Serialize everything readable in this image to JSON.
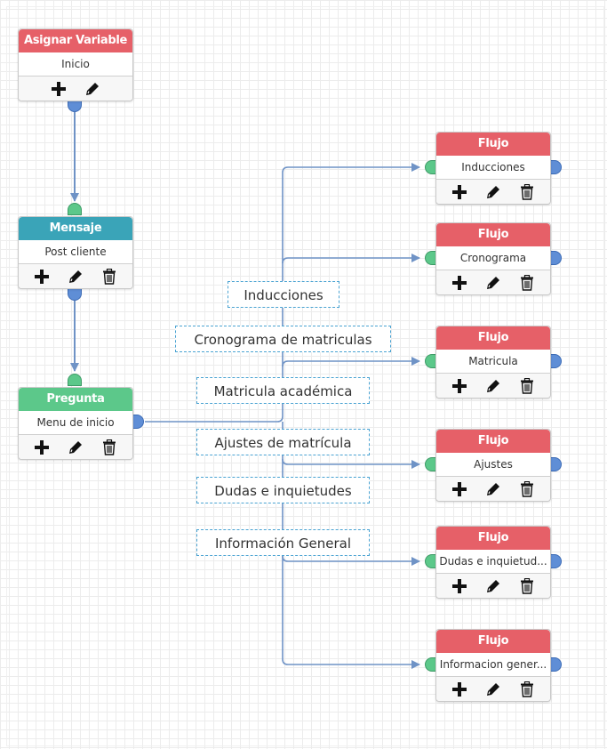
{
  "colors": {
    "red": "#e66068",
    "teal": "#3aa4b8",
    "green": "#5cc88a",
    "port_blue": "#5f8ed6",
    "edge": "#6f93c6"
  },
  "nodes": {
    "asignar": {
      "title": "Asignar Variable",
      "subtitle": "Inicio",
      "icons": [
        "plus-icon",
        "pencil-icon"
      ]
    },
    "mensaje": {
      "title": "Mensaje",
      "subtitle": "Post cliente",
      "icons": [
        "plus-icon",
        "pencil-icon",
        "trash-icon"
      ]
    },
    "pregunta": {
      "title": "Pregunta",
      "subtitle": "Menu de inicio",
      "icons": [
        "plus-icon",
        "pencil-icon",
        "trash-icon"
      ]
    },
    "flujos": [
      {
        "title": "Flujo",
        "subtitle": "Inducciones"
      },
      {
        "title": "Flujo",
        "subtitle": "Cronograma"
      },
      {
        "title": "Flujo",
        "subtitle": "Matricula"
      },
      {
        "title": "Flujo",
        "subtitle": "Ajustes"
      },
      {
        "title": "Flujo",
        "subtitle": "Dudas e inquietud..."
      },
      {
        "title": "Flujo",
        "subtitle": "Informacion gener..."
      }
    ]
  },
  "edge_labels": [
    "Inducciones",
    "Cronograma de matriculas",
    "Matricula académica",
    "Ajustes de matrícula",
    "Dudas e inquietudes",
    "Información General"
  ]
}
